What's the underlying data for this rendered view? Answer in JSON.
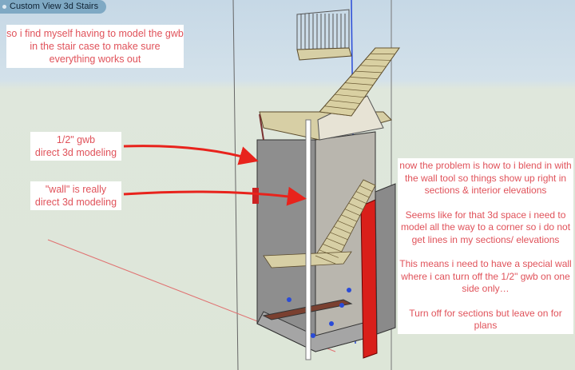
{
  "view_tab": {
    "label": "Custom View  3d Stairs"
  },
  "notes": {
    "top": "so i find myself having to model the gwb in the stair case to make sure everything works out",
    "gwb": [
      "1/2\" gwb",
      "direct 3d modeling"
    ],
    "wall": [
      "\"wall\" is really",
      "direct 3d modeling"
    ],
    "right": [
      "now the problem is how to i blend in with the wall tool so things show up right in sections & interior elevations",
      "Seems like for that 3d space i need to model all the way to a corner so i do not get lines in my sections/ elevations",
      "This means i need to have a special wall where i can turn off the 1/2\" gwb on one side only…",
      "Turn off for sections but leave on for plans"
    ]
  },
  "colors": {
    "annotation": "#e0525a",
    "arrow": "#e8231c",
    "wall_red": "#d91f1a",
    "axis_blue": "#2a4bd8"
  }
}
